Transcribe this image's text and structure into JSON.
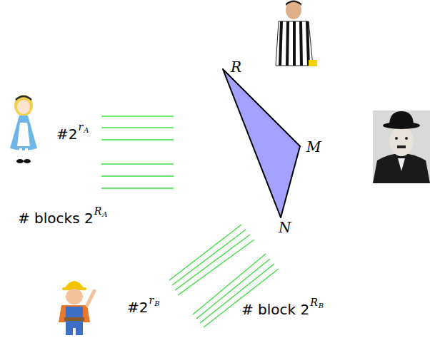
{
  "diagram": {
    "labels": [
      "R",
      "M",
      "N",
      "#2",
      "r",
      "A",
      "# blocks 2",
      "R",
      "A",
      "#2",
      "r",
      "B",
      "# block 2",
      "R",
      "B"
    ]
  }
}
